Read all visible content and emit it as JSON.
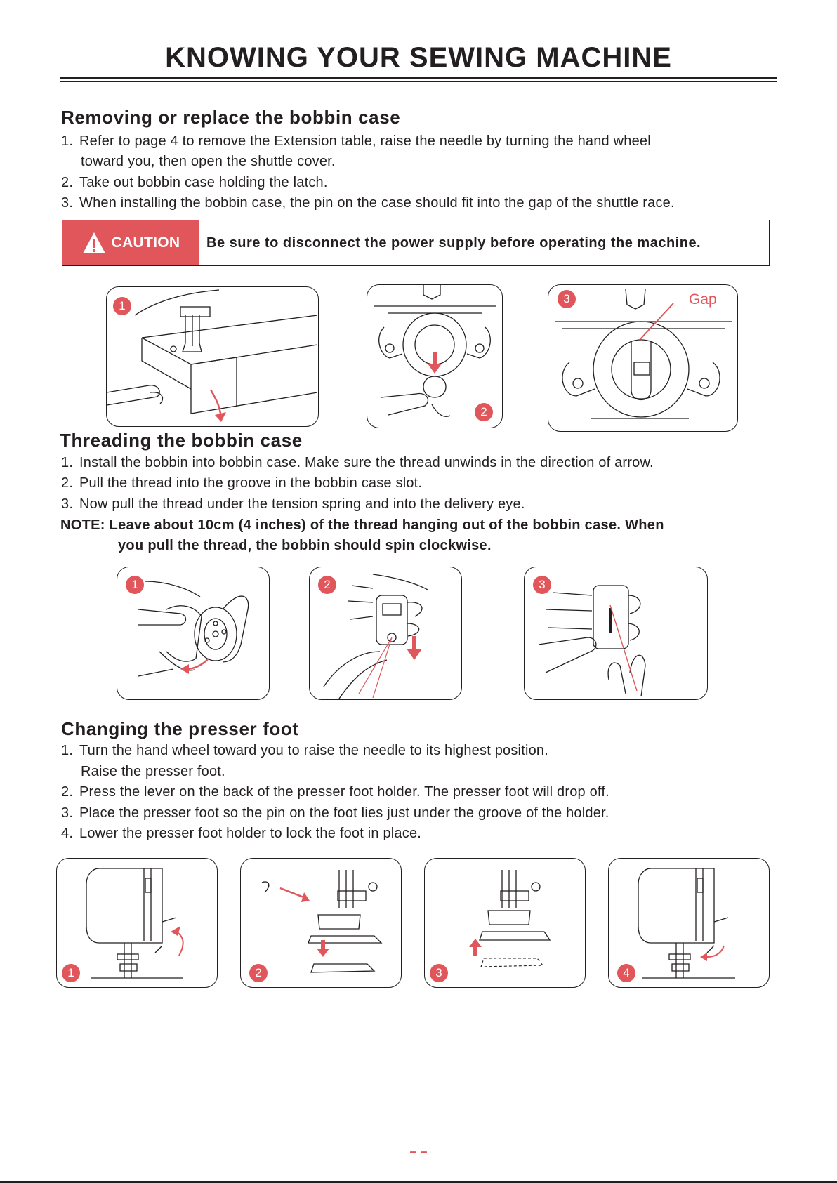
{
  "page_title": "KNOWING YOUR SEWING MACHINE",
  "section1": {
    "heading": "Removing or replace the bobbin case",
    "steps": [
      {
        "num": "1.",
        "lines": [
          "Refer to page 4 to remove the Extension table, raise the needle by turning the hand wheel",
          "toward you, then open the shuttle cover."
        ]
      },
      {
        "num": "2.",
        "lines": [
          "Take out bobbin case holding the latch."
        ]
      },
      {
        "num": "3.",
        "lines": [
          "When installing the bobbin case, the pin on the case should fit  into the gap of the shuttle race."
        ]
      }
    ],
    "caution_label": "CAUTION",
    "caution_text": "Be sure to disconnect the power supply before operating the machine.",
    "figure_badges": [
      "1",
      "2",
      "3"
    ],
    "gap_label": "Gap"
  },
  "section2": {
    "heading": "Threading the bobbin case",
    "steps": [
      {
        "num": "1.",
        "lines": [
          "Install the bobbin into bobbin case. Make sure the thread unwinds in the direction of arrow."
        ]
      },
      {
        "num": "2.",
        "lines": [
          "Pull the thread into the groove in the bobbin case slot."
        ]
      },
      {
        "num": "3.",
        "lines": [
          "Now pull the thread under the tension spring and into the delivery eye."
        ]
      }
    ],
    "note_lines": [
      "NOTE: Leave about 10cm (4 inches) of the thread hanging out of the bobbin case. When",
      "you pull the thread, the bobbin should spin clockwise."
    ],
    "figure_badges": [
      "1",
      "2",
      "3"
    ]
  },
  "section3": {
    "heading": "Changing the presser foot",
    "steps": [
      {
        "num": "1.",
        "lines": [
          "Turn the hand wheel toward you to raise the needle to its highest position.",
          "Raise the presser foot."
        ]
      },
      {
        "num": "2.",
        "lines": [
          "Press the lever on the back of the presser foot holder. The presser foot will drop off."
        ]
      },
      {
        "num": "3.",
        "lines": [
          "Place the presser foot so the pin on the foot lies just under the groove of the holder."
        ]
      },
      {
        "num": "4.",
        "lines": [
          "Lower the presser foot holder to lock the foot in place."
        ]
      }
    ],
    "figure_badges": [
      "1",
      "2",
      "3",
      "4"
    ]
  },
  "footer": {
    "page_marker": "–   –"
  },
  "colors": {
    "accent": "#e0565b",
    "text": "#231f20"
  }
}
